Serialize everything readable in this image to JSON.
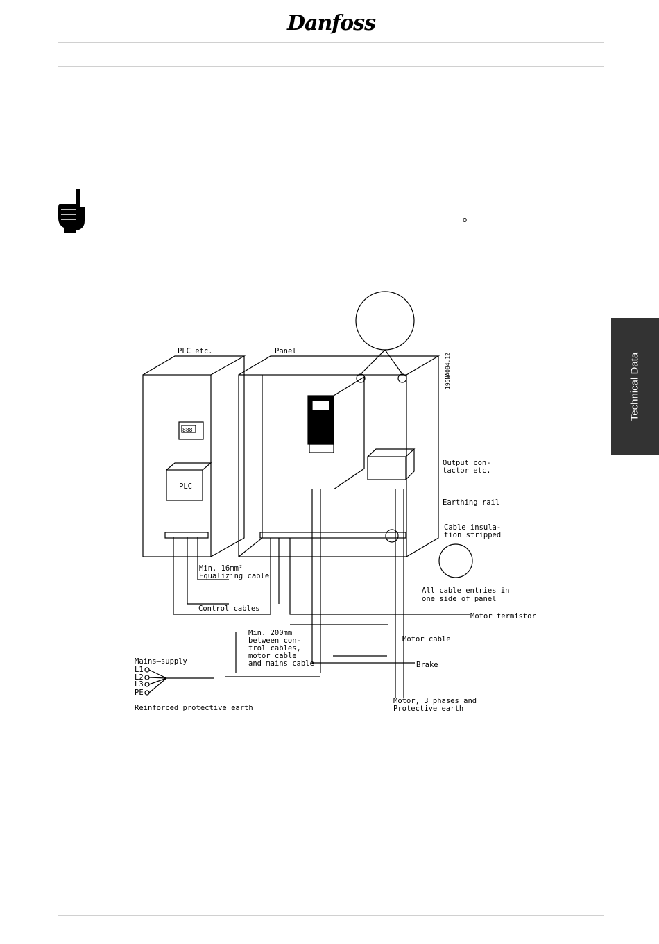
{
  "header": {
    "logo_text": "Danfoss"
  },
  "side_tab": {
    "label": "Technical Data"
  },
  "note": {
    "symbol": "o",
    "icon": "pointing-hand-icon"
  },
  "figure": {
    "code": "195NA084.12",
    "labels": {
      "plc_enclosure": "PLC etc.",
      "panel": "Panel",
      "plc": "PLC",
      "display": "888",
      "output_contactor_1": "Output con-",
      "output_contactor_2": "tactor etc.",
      "earthing_rail": "Earthing rail",
      "cable_insulation_1": "Cable insula-",
      "cable_insulation_2": "tion stripped",
      "min_16_1": "Min. 16mm²",
      "min_16_2": "Equalizing cable",
      "cable_entries_1": "All cable entries in",
      "cable_entries_2": "one side of panel",
      "control_cables": "Control cables",
      "motor_termistor": "Motor termistor",
      "min_200_1": "Min. 200mm",
      "min_200_2": "between con-",
      "min_200_3": "trol cables,",
      "min_200_4": "motor cable",
      "min_200_5": "and mains cable",
      "motor_cable": "Motor cable",
      "brake": "Brake",
      "mains_supply": "Mains—supply",
      "l1": "L1",
      "l2": "L2",
      "l3": "L3",
      "pe": "PE",
      "reinforced_pe": "Reinforced protective earth",
      "motor_3ph_1": "Motor, 3 phases and",
      "motor_3ph_2": "Protective earth"
    }
  }
}
